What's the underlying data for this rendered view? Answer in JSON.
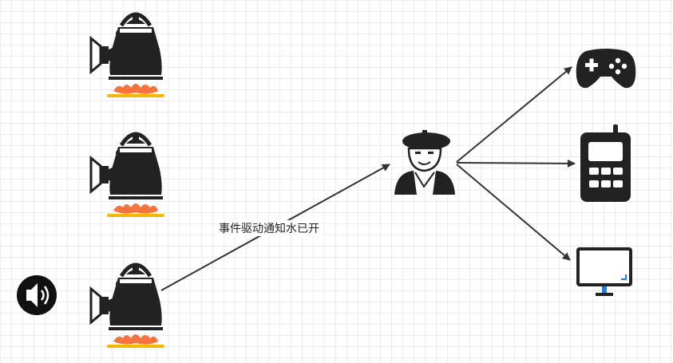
{
  "diagram": {
    "edge_label": "事件驱动通知水已开",
    "colors": {
      "icon": "#222222",
      "flame": "#f5733c",
      "burner": "#f5b800",
      "screen_corner": "#2a7bd5",
      "arrow": "#333333",
      "grid": "#ececec"
    },
    "nodes": [
      {
        "name": "kettle-1",
        "icon": "kettle-with-alarm-icon"
      },
      {
        "name": "kettle-2",
        "icon": "kettle-with-alarm-icon"
      },
      {
        "name": "kettle-3",
        "icon": "kettle-with-alarm-icon"
      },
      {
        "name": "speaker",
        "icon": "speaker-sound-icon"
      },
      {
        "name": "person",
        "icon": "person-beret-icon"
      },
      {
        "name": "game",
        "icon": "gamepad-icon"
      },
      {
        "name": "phone",
        "icon": "mobile-phone-icon"
      },
      {
        "name": "monitor",
        "icon": "monitor-icon"
      }
    ]
  }
}
